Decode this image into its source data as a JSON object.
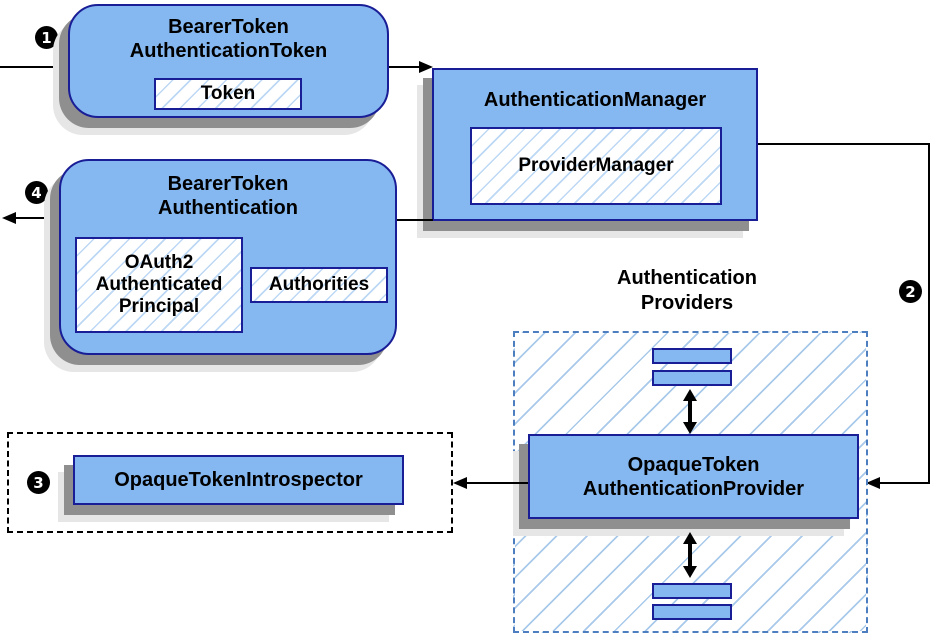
{
  "diagram": {
    "markers": {
      "one": "1",
      "two": "2",
      "three": "3",
      "four": "4"
    },
    "bearer_token_authentication_token": {
      "title_line1": "BearerToken",
      "title_line2": "AuthenticationToken",
      "token_label": "Token"
    },
    "authentication_manager": {
      "title": "AuthenticationManager",
      "provider_manager_label": "ProviderManager"
    },
    "bearer_token_authentication": {
      "title_line1": "BearerToken",
      "title_line2": "Authentication",
      "principal_line1": "OAuth2",
      "principal_line2": "Authenticated",
      "principal_line3": "Principal",
      "authorities_label": "Authorities"
    },
    "authentication_providers": {
      "label_line1": "Authentication",
      "label_line2": "Providers"
    },
    "opaque_token_authentication_provider": {
      "title_line1": "OpaqueToken",
      "title_line2": "AuthenticationProvider"
    },
    "opaque_token_introspector": {
      "title": "OpaqueTokenIntrospector"
    },
    "colors": {
      "node_fill": "#85b8f0",
      "node_border": "#1a1e96",
      "subnode_hatch_line": "#bcd8f4",
      "container_hatch_line": "#a9c9ea",
      "dashed_container_border": "#4d7ebf",
      "dotted_container_border": "#000000",
      "shadow_dark": "#8f8f8f",
      "shadow_light": "#e6e6e6",
      "arrow": "#000000",
      "marker_bg": "#000000",
      "marker_fg": "#ffffff"
    }
  }
}
